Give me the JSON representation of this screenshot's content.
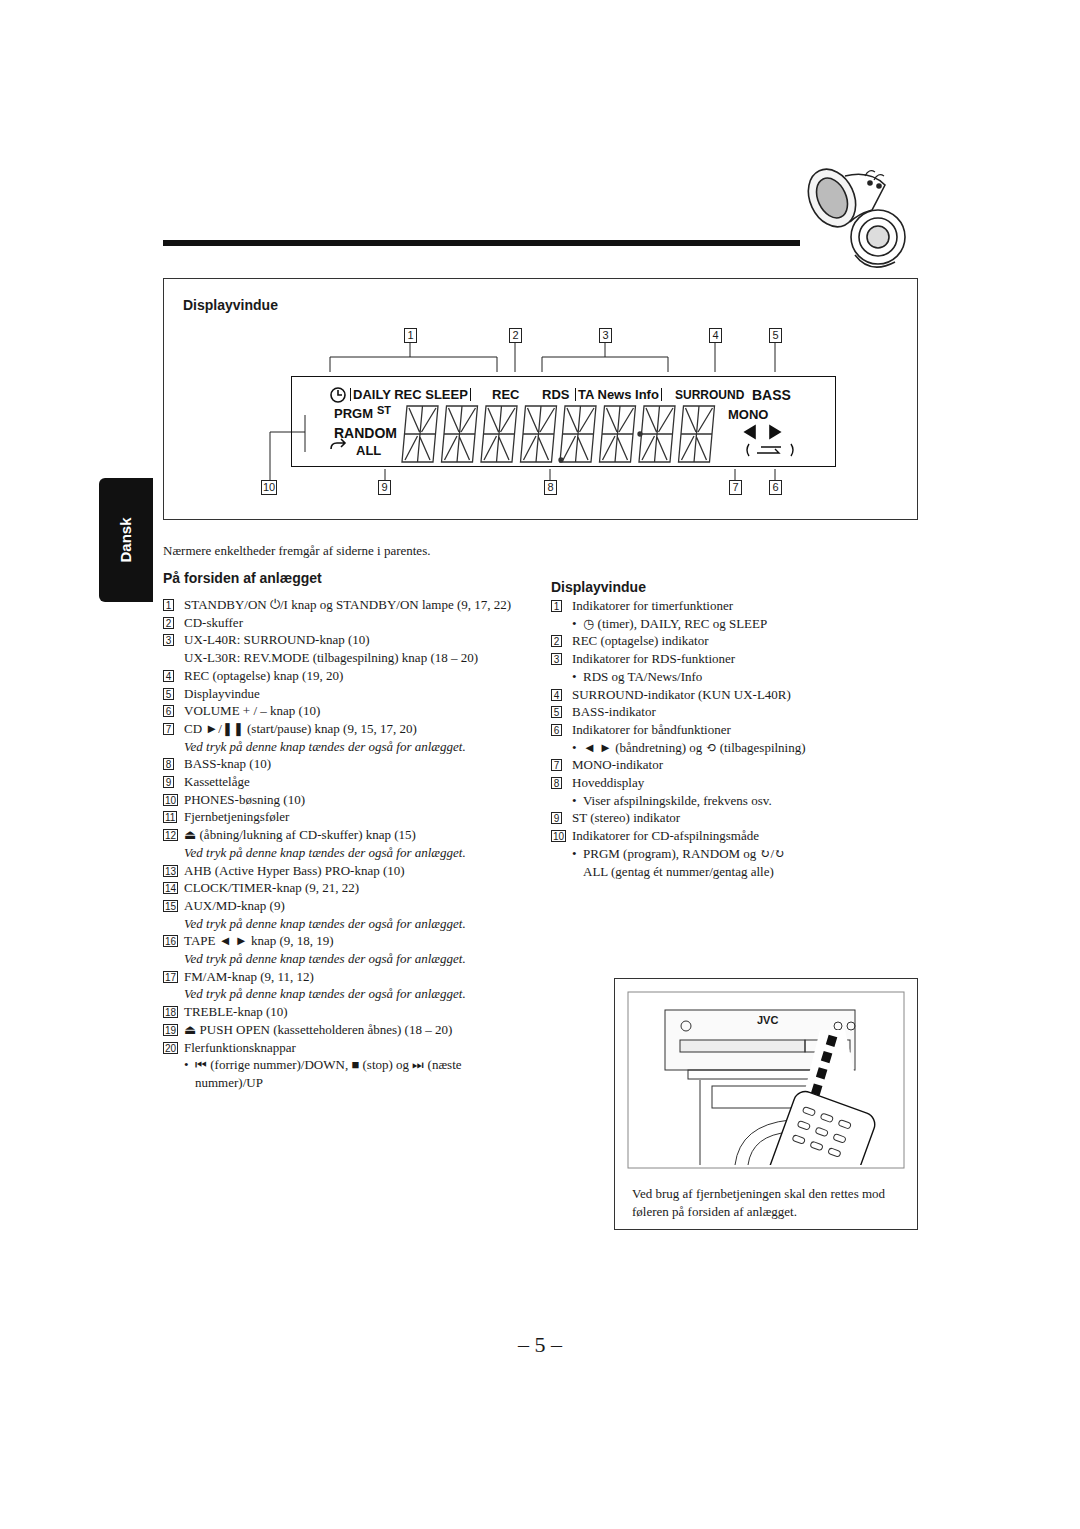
{
  "diagram": {
    "nodes": [
      {
        "text": [
          "Displayvindue"
        ]
      },
      {
        "text": [
          "DAILY REC SLEEP",
          "REC",
          "RDS",
          "TA News Info",
          "SURROUND",
          "BASS",
          "PRGM",
          "ST",
          "RANDOM",
          "ALL",
          "MONO"
        ],
        "in": 0
      },
      {
        "text": [
          "Dansk"
        ]
      },
      {
        "text": [
          "Ved brug af fjernbetjeningen skal den rettes mod føleren på forsiden af anlægget."
        ]
      }
    ],
    "labels": [
      "1",
      "2",
      "3",
      "4",
      "5",
      "10",
      "9",
      "8",
      "7",
      "6",
      "Nærmere enkeltheder fremgår af siderne i parentes.",
      "På forsiden af anlægget",
      "1",
      "STANDBY/ON ⏻/I knap og STANDBY/ON lampe (9, 17, 22)",
      "2",
      "CD-skuffer",
      "3",
      "UX-L40R: SURROUND-knap (10)",
      "UX-L30R: REV.MODE (tilbagespilning) knap (18 – 20)",
      "4",
      "REC (optagelse) knap (19, 20)",
      "5",
      "Displayvindue",
      "6",
      "VOLUME + / – knap (10)",
      "7",
      "CD ►/❚❚ (start/pause) knap (9, 15, 17, 20)",
      "Ved tryk på denne knap tændes der også for anlægget.",
      "8",
      "BASS-knap (10)",
      "9",
      "Kassettelåge",
      "10",
      "PHONES-bøsning (10)",
      "11",
      "Fjernbetjeningsføler",
      "12",
      "⏏ (åbning/lukning af CD-skuffer) knap (15)",
      "Ved tryk på denne knap tændes der også for anlægget.",
      "13",
      "AHB (Active Hyper Bass) PRO-knap (10)",
      "14",
      "CLOCK/TIMER-knap (9, 21, 22)",
      "15",
      "AUX/MD-knap (9)",
      "Ved tryk på denne knap tændes der også for anlægget.",
      "16",
      "TAPE ◄ ► knap (9, 18, 19)",
      "Ved tryk på denne knap tændes der også for anlægget.",
      "17",
      "FM/AM-knap (9, 11, 12)",
      "Ved tryk på denne knap tændes der også for anlægget.",
      "18",
      "TREBLE-knap (10)",
      "19",
      "⏏ PUSH OPEN (kassetteholderen åbnes) (18 – 20)",
      "20",
      "Flerfunktionsknappar",
      "•",
      "⏮ (forrige nummer)/DOWN, ■ (stop) og ⏭ (næste nummer)/UP",
      "Displayvindue",
      "1",
      "Indikatorer for timerfunktioner",
      "•",
      "◷ (timer), DAILY, REC og SLEEP",
      "2",
      "REC (optagelse) indikator",
      "3",
      "Indikatorer for RDS-funktioner",
      "•",
      "RDS og TA/News/Info",
      "4",
      "SURROUND-indikator (KUN UX-L40R)",
      "5",
      "BASS-indikator",
      "6",
      "Indikatorer for båndfunktioner",
      "•",
      "◄ ► (båndretning) og ⟲ (tilbagespilning)",
      "7",
      "MONO-indikator",
      "8",
      "Hoveddisplay",
      "•",
      "Viser afspilningskilde, frekvens osv.",
      "9",
      "ST (stereo) indikator",
      "10",
      "Indikatorer for CD-afspilningsmåde",
      "•",
      "PRGM (program), RANDOM og ↻/↻ ALL (gentag ét nummer/gentag alle)",
      "JVC",
      "– 5 –"
    ]
  }
}
